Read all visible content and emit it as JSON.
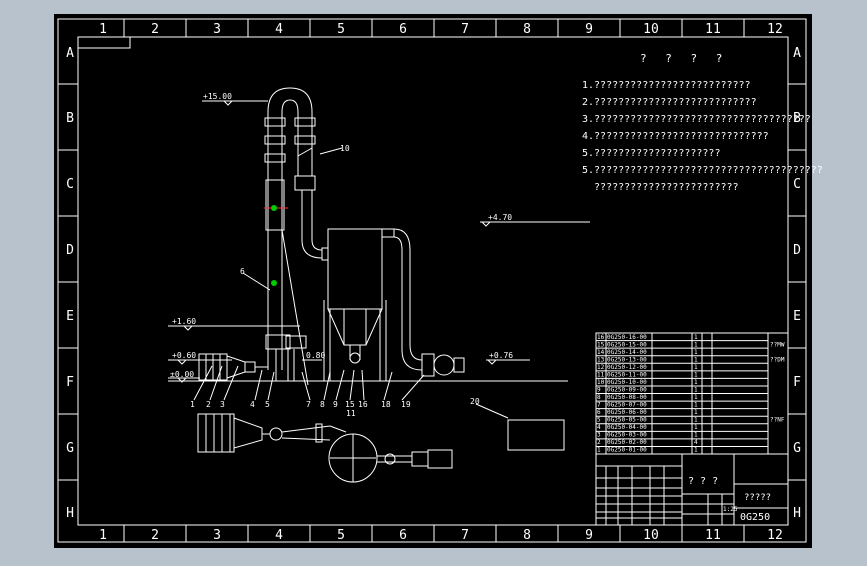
{
  "grid": {
    "columns": [
      "1",
      "2",
      "3",
      "4",
      "5",
      "6",
      "7",
      "8",
      "9",
      "10",
      "11",
      "12"
    ],
    "rows": [
      "A",
      "B",
      "C",
      "D",
      "E",
      "F",
      "G",
      "H"
    ]
  },
  "notes": {
    "title": "? ? ? ?",
    "lines": [
      "1.??????????????????????????",
      "2.???????????????????????????",
      "3.????????????????????????????????????",
      "4.?????????????????????????????",
      "5.?????????????????????",
      "5.??????????????????????????????????????",
      "  ????????????????????????"
    ]
  },
  "elevations": {
    "e1500": "+15.00",
    "e470": "+4.70",
    "e160": "+1.60",
    "e060": "+0.60",
    "e000": "±0.00",
    "e080": "0.80",
    "e076": "+0.76"
  },
  "callouts": {
    "c1": "1",
    "c2": "2",
    "c3": "3",
    "c4": "4",
    "c5": "5",
    "c6": "6",
    "c7": "7",
    "c8": "8",
    "c9": "9",
    "c10": "10",
    "c11": "11",
    "c15": "15",
    "c16": "16",
    "c18": "18",
    "c19": "19",
    "c20": "20"
  },
  "parts_list": {
    "codes": [
      "0G250-16-00",
      "0G250-15-00",
      "0G250-14-00",
      "0G250-13-00",
      "0G250-12-00",
      "0G250-11-00",
      "0G250-10-00",
      "0G250-09-00",
      "0G250-08-00",
      "0G250-07-00",
      "0G250-06-00",
      "0G250-05-00",
      "0G250-04-00",
      "0G250-03-00",
      "0G250-02-00",
      "0G250-01-00"
    ],
    "numbers": [
      "16",
      "15",
      "14",
      "13",
      "12",
      "11",
      "10",
      "9",
      "8",
      "7",
      "6",
      "5",
      "4",
      "3",
      "2",
      "1"
    ],
    "qty": [
      "1",
      "1",
      "1",
      "1",
      "1",
      "1",
      "1",
      "1",
      "1",
      "1",
      "1",
      "1",
      "1",
      "1",
      "4",
      "1"
    ],
    "side_a": "??MW",
    "side_b": "??DM",
    "side_c": "??NF"
  },
  "title_block": {
    "title": "? ? ?",
    "name": "?????",
    "drawing_no": "0G250",
    "scale": "1:25"
  },
  "colors": {
    "sheet": "#000000",
    "frame": "#ffffff",
    "border": "#b8c2cc",
    "marker": "#00cc00",
    "accent": "#ff3333"
  }
}
